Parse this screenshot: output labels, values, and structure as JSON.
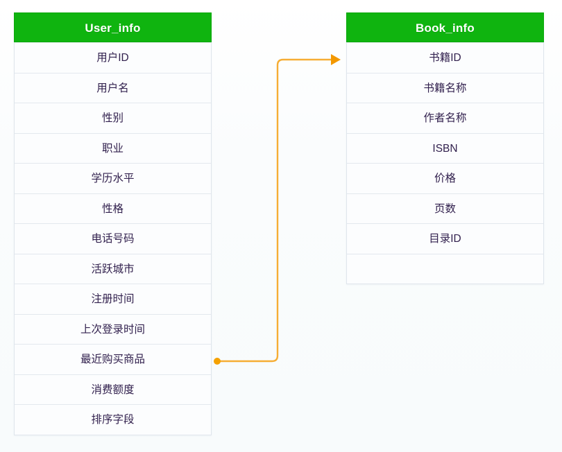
{
  "diagram": {
    "background_color": "#fafcfd",
    "header_color": "#0fb40f",
    "header_text_color": "#ffffff",
    "row_text_color": "#32214e",
    "row_border_color": "#e3e8ee",
    "connector_color": "#f5a623",
    "connector_arrow_color": "#f39800",
    "connector_dot_color": "#f5a100"
  },
  "entities": [
    {
      "id": "user_info",
      "title": "User_info",
      "fields": [
        "用户ID",
        "用户名",
        "性别",
        "职业",
        "学历水平",
        "性格",
        "电话号码",
        "活跃城市",
        "注册时间",
        "上次登录时间",
        "最近购买商品",
        "消费额度",
        "排序字段"
      ]
    },
    {
      "id": "book_info",
      "title": "Book_info",
      "fields": [
        "书籍ID",
        "书籍名称",
        "作者名称",
        "ISBN",
        "价格",
        "页数",
        "目录ID",
        ""
      ]
    }
  ],
  "relationship": {
    "from_entity": "user_info",
    "from_field": "最近购买商品",
    "to_entity": "book_info",
    "to_field": "书籍ID",
    "marker_start": "dot",
    "marker_end": "arrow"
  }
}
